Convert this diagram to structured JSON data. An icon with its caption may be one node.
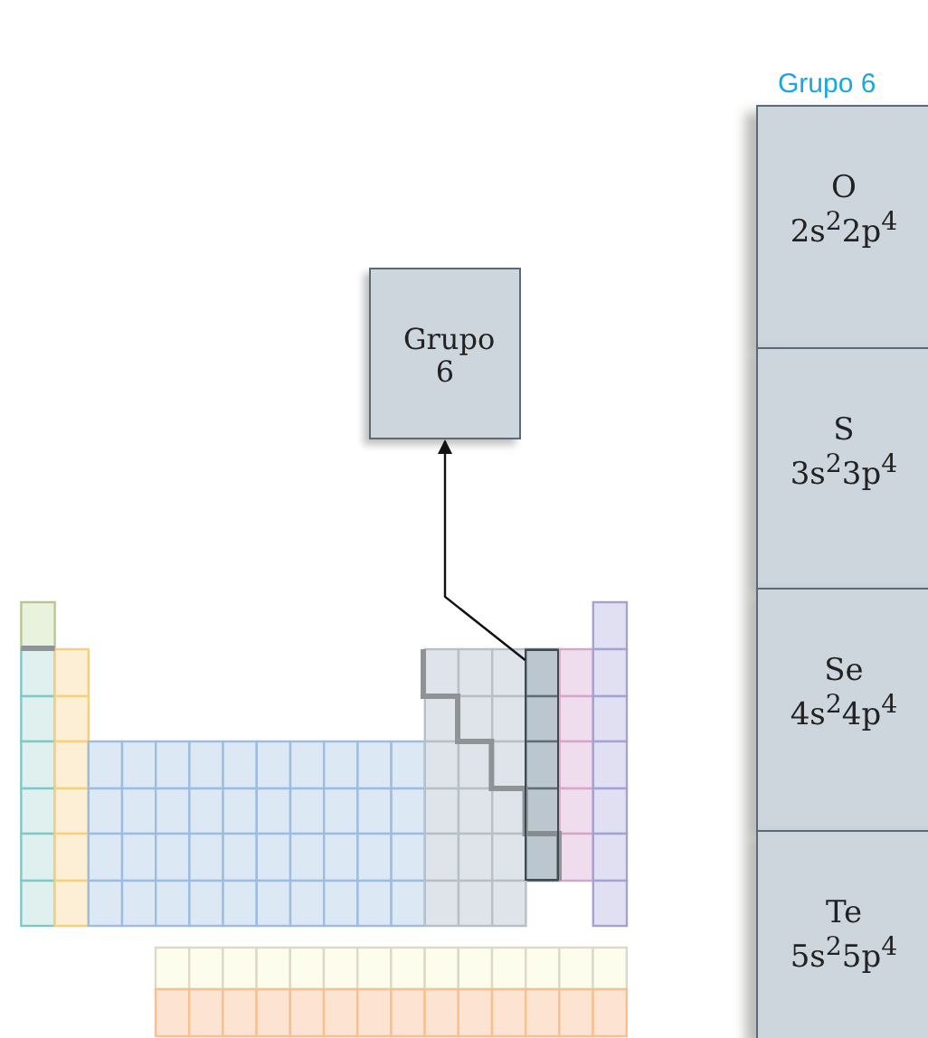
{
  "diagram": {
    "nodes": [
      {
        "text": [
          "Grupo 6"
        ]
      },
      {
        "text": [],
        "shape": "box"
      },
      {
        "text": [
          "Grupo 6"
        ]
      },
      {
        "text": [
          "O",
          "2s$^{2}$2p$^{4}$"
        ],
        "in": 2
      },
      {
        "text": [
          "S",
          "3s$^{2}$3p$^{4}$"
        ],
        "in": 2
      },
      {
        "text": [
          "Se",
          "4s$^{2}$4p$^{4}$"
        ],
        "in": 2
      },
      {
        "text": [
          "Te",
          "5s$^{2}$5p$^{4}$"
        ],
        "in": 2
      }
    ],
    "edges": [
      {
        "from": 1,
        "to": 0,
        "arrow": "to"
      }
    ]
  }
}
